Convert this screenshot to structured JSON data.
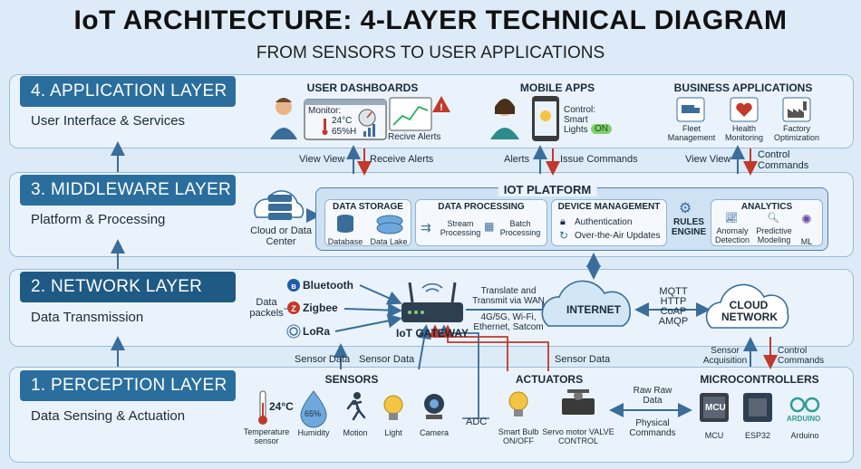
{
  "title": "IoT ARCHITECTURE: 4-LAYER TECHNICAL DIAGRAM",
  "subtitle": "FROM SENSORS TO USER APPLICATIONS",
  "colors": {
    "layer_tab": "#2a6e9e",
    "layer_tab_dark": "#1f5a85",
    "band": "#eaf3fb",
    "arrow_blue": "#3a6d9a",
    "arrow_red": "#c0392b"
  },
  "layers": {
    "application": {
      "title": "4. APPLICATION LAYER",
      "subtitle": "User Interface & Services"
    },
    "middleware": {
      "title": "3. MIDDLEWARE LAYER",
      "subtitle": "Platform & Processing"
    },
    "network": {
      "title": "2. NETWORK LAYER",
      "subtitle": "Data Transmission"
    },
    "perception": {
      "title": "1. PERCEPTION LAYER",
      "subtitle": "Data Sensing & Actuation"
    }
  },
  "application": {
    "dashboards": {
      "title": "USER DASHBOARDS",
      "monitor": "Monitor:",
      "temp": "24°C",
      "humidity": "65%H",
      "alert": "Recive Alerts"
    },
    "mobile": {
      "title": "MOBILE APPS",
      "control": "Control:",
      "smart": "Smart",
      "lights": "Lights",
      "on": "ON"
    },
    "business": {
      "title": "BUSINESS APPLICATIONS",
      "fleet": "Fleet Management",
      "health": "Health Monitoring",
      "factory": "Factory Optimization"
    }
  },
  "arrows_app_mid": {
    "view1": "View View",
    "receive": "Receive Alerts",
    "alerts": "Alerts",
    "issue": "Issue Commands",
    "view2": "View View",
    "control": "Control Commands"
  },
  "middleware": {
    "cloud_label": "Cloud or Data Center",
    "platform": "IOT PLATFORM",
    "storage": {
      "title": "DATA STORAGE",
      "database": "Database",
      "lake": "Data Lake"
    },
    "processing": {
      "title": "DATA PROCESSING",
      "stream": "Stream Processing",
      "batch": "Batch Processing"
    },
    "device": {
      "title": "DEVICE MANAGEMENT",
      "auth": "Authentication",
      "ota": "Over-the-Air Updates"
    },
    "rules": "RULES ENGINE",
    "analytics": {
      "title": "ANALYTICS",
      "anomaly": "Anomaly Detection",
      "predictive": "Predictive Modeling",
      "ml": "ML"
    }
  },
  "network": {
    "packets": "Data packels",
    "bluetooth": "Bluetooth",
    "zigbee": "Zigbee",
    "lora": "LoRa",
    "gateway": "IoT GATEWAY",
    "translate": "Translate and Transmit via WAN",
    "wan": "4G/5G, Wi-Fi, Ethernet, Satcom",
    "internet": "INTERNET",
    "protocols": [
      "MQTT",
      "HTTP",
      "CoAP",
      "AMQP"
    ],
    "cloud_network": "CLOUD NETWORK"
  },
  "arrows_net_perc": {
    "sensor1": "Sensor Data",
    "sensor2": "Sensor Data",
    "sensor3": "Sensor Data",
    "acquisition": "Sensor Acquisition",
    "control": "Control Commands"
  },
  "perception": {
    "sensors": {
      "title": "SENSORS",
      "temp_value": "24°C",
      "temp": "Temperature sensor",
      "humidity_value": "65%",
      "humidity": "Humidity",
      "motion": "Motion",
      "light": "Light",
      "camera": "Camera"
    },
    "adc": "ADC",
    "actuators": {
      "title": "ACTUATORS",
      "bulb": "Smart Bulb ON/OFF",
      "servo": "Servo motor VALVE CONTROL"
    },
    "raw": "Raw Raw Data",
    "physical": "Physical Commands",
    "micro": {
      "title": "MICROCONTROLLERS",
      "mcu_chip": "MCU",
      "mcu": "MCU",
      "esp": "ESP32",
      "arduino_logo": "ARDUINO",
      "arduino": "Arduino"
    }
  }
}
